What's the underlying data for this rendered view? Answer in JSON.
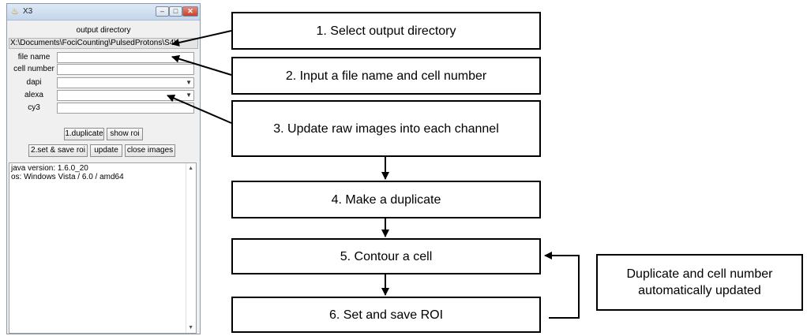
{
  "window": {
    "title": "X3",
    "controls": {
      "minimize": "–",
      "maximize": "□",
      "close": "✕"
    },
    "output_directory_label": "output directory",
    "output_path": "X:\\Documents\\FociCounting\\PulsedProtons\\S4\\",
    "fields": [
      {
        "label": "file name",
        "value": "",
        "type": "text"
      },
      {
        "label": "cell number",
        "value": "",
        "type": "text"
      },
      {
        "label": "dapi",
        "value": "",
        "type": "select"
      },
      {
        "label": "alexa",
        "value": "",
        "type": "select"
      },
      {
        "label": "cy3",
        "value": "",
        "type": "text"
      }
    ],
    "buttons_row1": [
      "1.duplicate",
      "show roi"
    ],
    "buttons_row2": [
      "2.set & save roi",
      "update",
      "close images"
    ],
    "log_lines": [
      "java version: 1.6.0_20",
      "os: Windows Vista / 6.0 / amd64"
    ],
    "icons": {
      "app": "java-cup-icon",
      "dropdown": "chevron-down-icon"
    }
  },
  "steps": [
    "1. Select output directory",
    "2. Input a file name and cell number",
    "3. Update raw images into each channel",
    "4. Make a duplicate",
    "5. Contour a cell",
    "6. Set and save ROI"
  ],
  "side_note": "Duplicate and cell number automatically updated"
}
